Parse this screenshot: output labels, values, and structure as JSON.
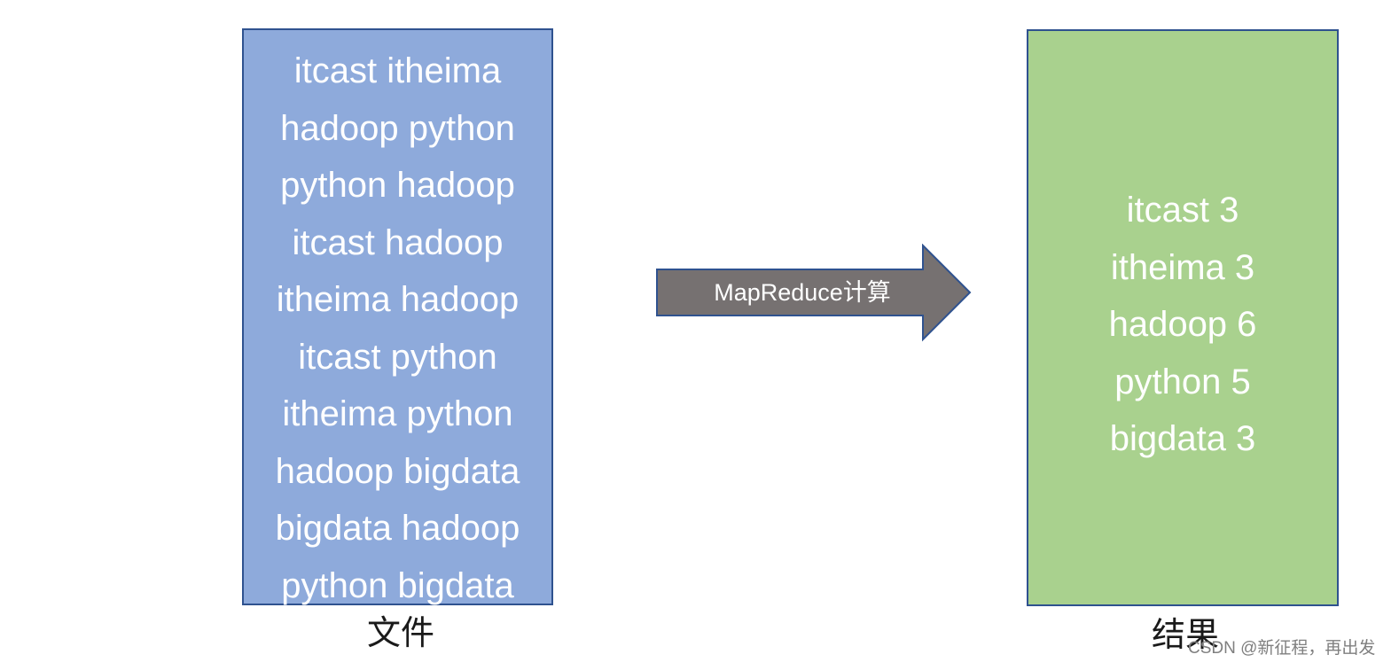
{
  "file": {
    "lines": [
      "itcast itheima",
      "hadoop python",
      "python hadoop",
      "itcast hadoop",
      "itheima hadoop",
      "itcast python",
      "itheima python",
      "hadoop bigdata",
      "bigdata hadoop",
      "python bigdata"
    ],
    "caption": "文件",
    "fill_color": "#8eaadb",
    "border_color": "#2f528f"
  },
  "arrow": {
    "label": "MapReduce计算",
    "fill_color": "#767171"
  },
  "result": {
    "lines": [
      "itcast 3",
      "itheima 3",
      "hadoop 6",
      "python 5",
      "bigdata 3"
    ],
    "caption": "结果",
    "fill_color": "#a9d18e",
    "border_color": "#2f528f"
  },
  "watermark": "CSDN @新征程，再出发"
}
